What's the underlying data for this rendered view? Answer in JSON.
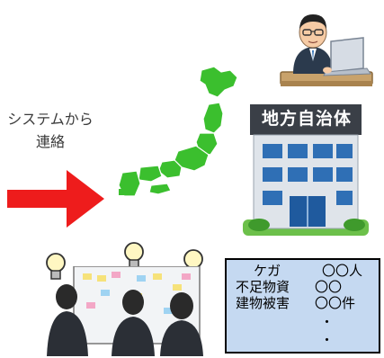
{
  "caption": {
    "line1": "システムから",
    "line2": "連絡"
  },
  "building": {
    "sign": "地方自治体"
  },
  "report": {
    "rows": [
      {
        "label": "ケガ",
        "value": "〇〇人"
      },
      {
        "label": "不足物資",
        "value": "〇〇"
      },
      {
        "label": "建物被害",
        "value": "〇〇件"
      }
    ],
    "continuation": [
      "・",
      "・"
    ]
  },
  "colors": {
    "arrow": "#ee1c1c",
    "map_land": "#3bbf2e",
    "building_blue": "#2f6fb5",
    "report_bg": "#c5d9f1"
  },
  "icons": [
    "office-worker-at-laptop",
    "japan-map",
    "government-building",
    "lightbulb",
    "meeting-people"
  ]
}
